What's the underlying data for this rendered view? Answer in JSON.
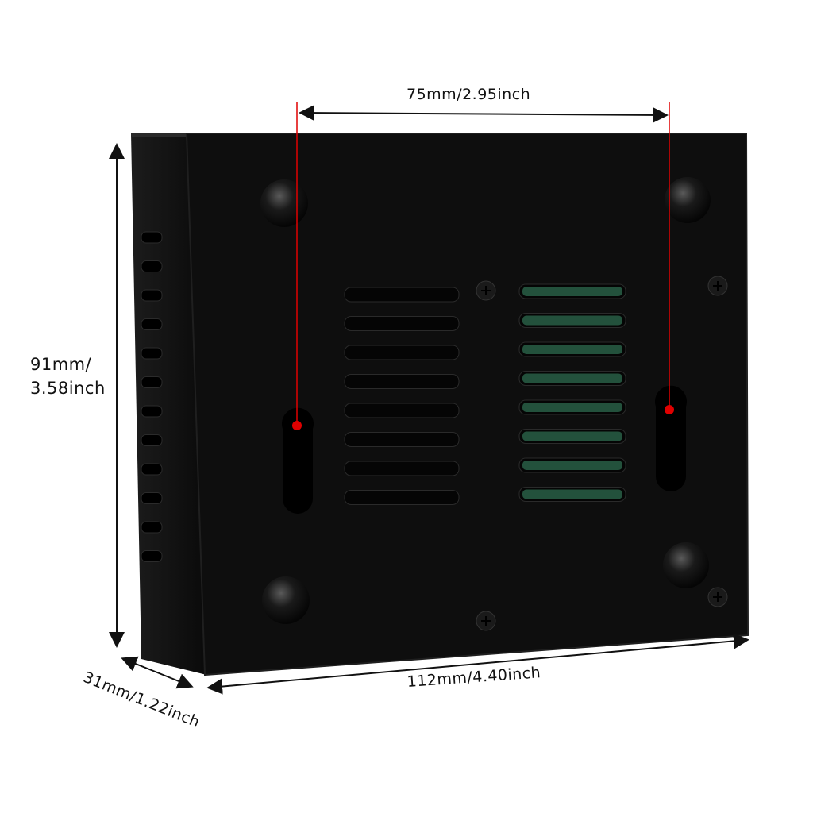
{
  "product": {
    "description_icon": "black-metal-case-back-icon"
  },
  "dimensions": {
    "mount_spacing": "75mm/2.95inch",
    "height_line1": "91mm/",
    "height_line2": "3.58inch",
    "length": "112mm/4.40inch",
    "depth": "31mm/1.22inch"
  },
  "colors": {
    "case": "#0d0d0d",
    "case_edge": "#1e1e1e",
    "marker": "#e00000",
    "pcb": "#2e6b4f",
    "background": "#ffffff",
    "arrow": "#111111"
  }
}
